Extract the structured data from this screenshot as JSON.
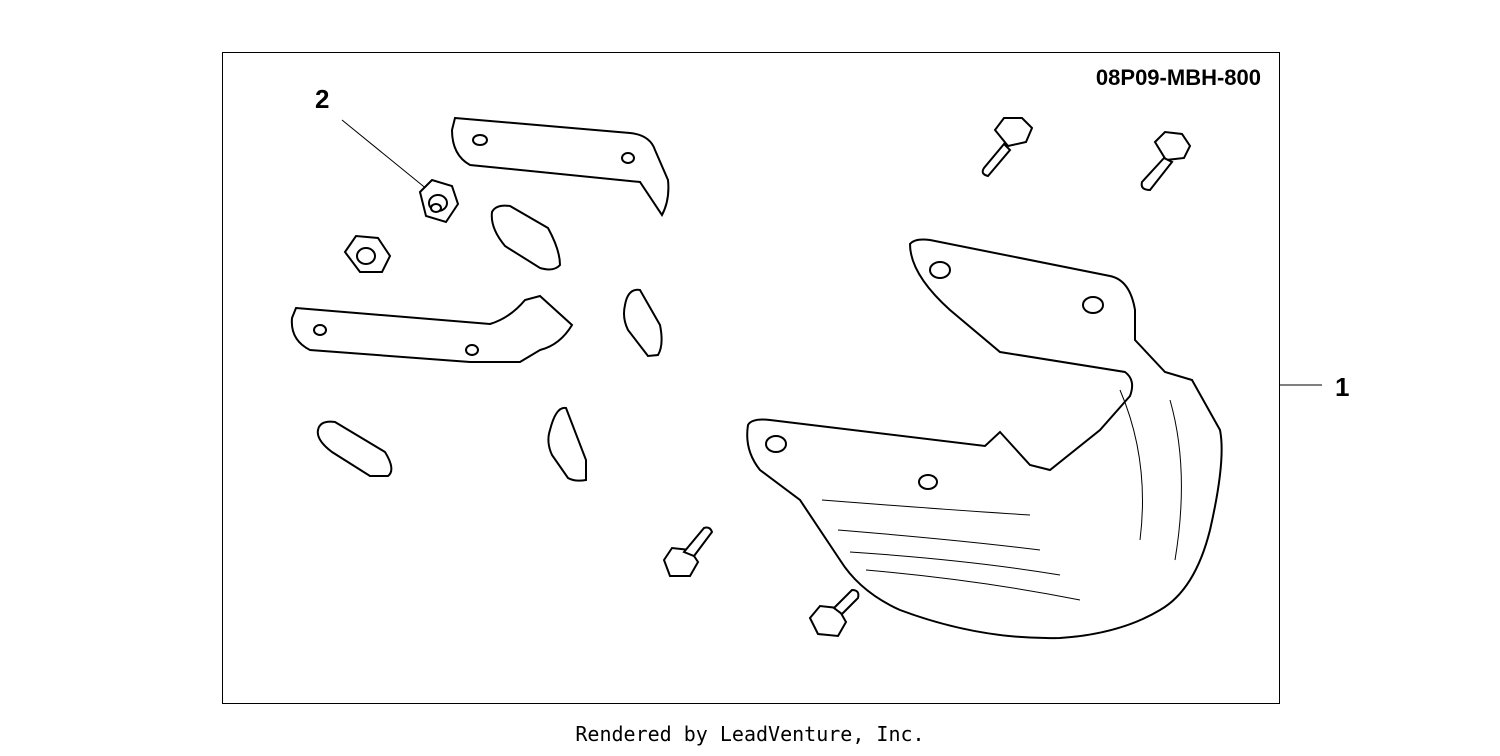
{
  "diagram": {
    "part_number": "08P09-MBH-800",
    "callouts": [
      {
        "label": "2",
        "part": "nut"
      },
      {
        "label": "1",
        "part": "mudguard-assembly"
      }
    ],
    "footer": "Rendered by LeadVenture, Inc."
  },
  "colors": {
    "line": "#000000",
    "background": "#ffffff"
  }
}
